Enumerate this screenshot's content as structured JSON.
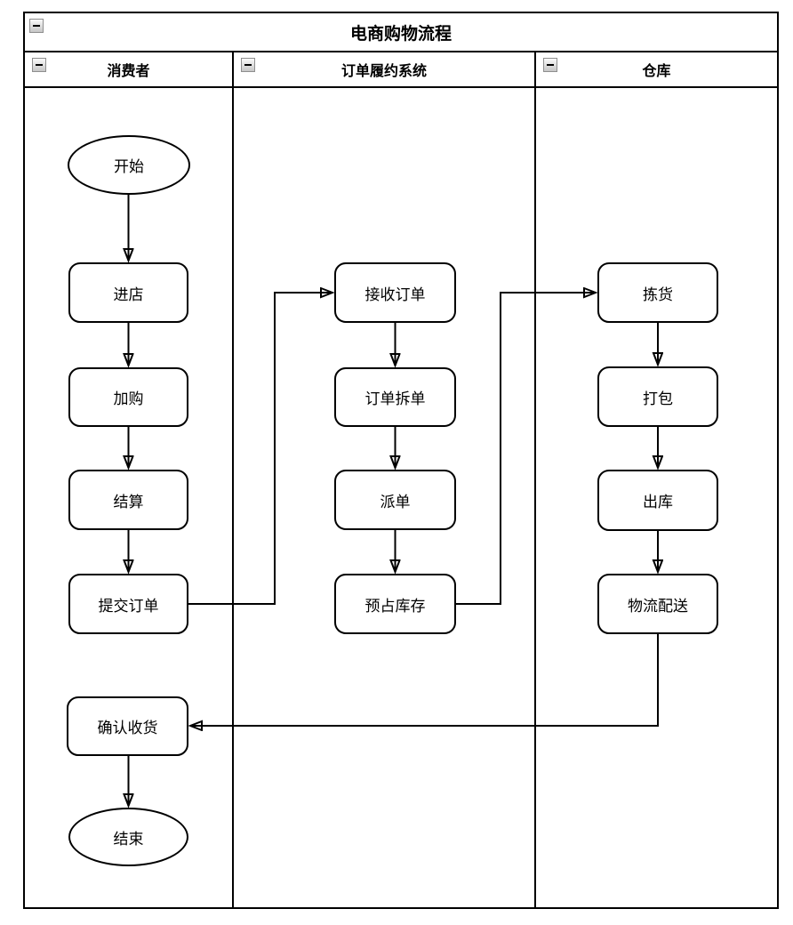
{
  "pool": {
    "title": "电商购物流程"
  },
  "lanes": [
    {
      "label": "消费者",
      "nodes": [
        {
          "label": "开始",
          "shape": "ellipse"
        },
        {
          "label": "进店",
          "shape": "rounded-rect"
        },
        {
          "label": "加购",
          "shape": "rounded-rect"
        },
        {
          "label": "结算",
          "shape": "rounded-rect"
        },
        {
          "label": "提交订单",
          "shape": "rounded-rect"
        },
        {
          "label": "确认收货",
          "shape": "rounded-rect"
        },
        {
          "label": "结束",
          "shape": "ellipse"
        }
      ]
    },
    {
      "label": "订单履约系统",
      "nodes": [
        {
          "label": "接收订单",
          "shape": "rounded-rect"
        },
        {
          "label": "订单拆单",
          "shape": "rounded-rect"
        },
        {
          "label": "派单",
          "shape": "rounded-rect"
        },
        {
          "label": "预占库存",
          "shape": "rounded-rect"
        }
      ]
    },
    {
      "label": "仓库",
      "nodes": [
        {
          "label": "拣货",
          "shape": "rounded-rect"
        },
        {
          "label": "打包",
          "shape": "rounded-rect"
        },
        {
          "label": "出库",
          "shape": "rounded-rect"
        },
        {
          "label": "物流配送",
          "shape": "rounded-rect"
        }
      ]
    }
  ],
  "edges": [
    {
      "from": "开始",
      "to": "进店"
    },
    {
      "from": "进店",
      "to": "加购"
    },
    {
      "from": "加购",
      "to": "结算"
    },
    {
      "from": "结算",
      "to": "提交订单"
    },
    {
      "from": "提交订单",
      "to": "接收订单"
    },
    {
      "from": "接收订单",
      "to": "订单拆单"
    },
    {
      "from": "订单拆单",
      "to": "派单"
    },
    {
      "from": "派单",
      "to": "预占库存"
    },
    {
      "from": "预占库存",
      "to": "拣货"
    },
    {
      "from": "拣货",
      "to": "打包"
    },
    {
      "from": "打包",
      "to": "出库"
    },
    {
      "from": "出库",
      "to": "物流配送"
    },
    {
      "from": "物流配送",
      "to": "确认收货"
    },
    {
      "from": "确认收货",
      "to": "结束"
    }
  ],
  "colors": {
    "stroke": "#000000",
    "shape_fill": "#ffffff",
    "collapse_button_bg": "#d9d9d9",
    "collapse_button_border": "#8f8f8f"
  }
}
